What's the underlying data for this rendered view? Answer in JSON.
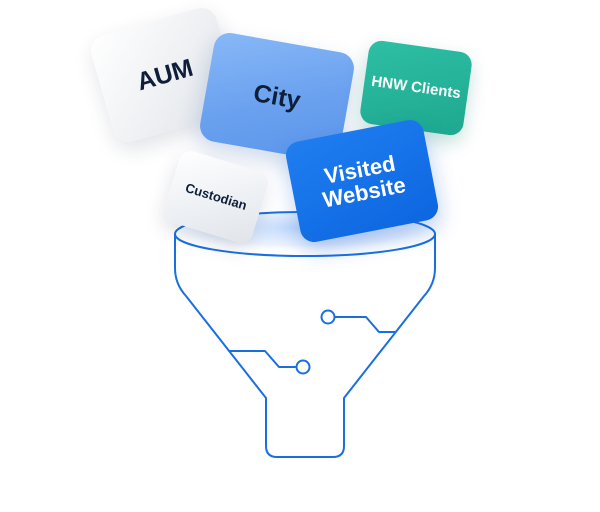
{
  "cards": {
    "aum": "AUM",
    "city": "City",
    "hnw": "HNW Clients",
    "custodian": "Custodian",
    "visited": "Visited Website"
  },
  "colors": {
    "funnel_stroke": "#1a6fe0",
    "funnel_glow": "#c9defa",
    "city_card": "#6aa1ef",
    "hnw_card": "#1da88f",
    "visited_card": "#0d66e0",
    "neutral_card": "#eef0f3",
    "dark_text": "#0f1f3a"
  },
  "icons": {
    "funnel": "funnel-icon",
    "circuit_node": "circuit-node-icon"
  }
}
